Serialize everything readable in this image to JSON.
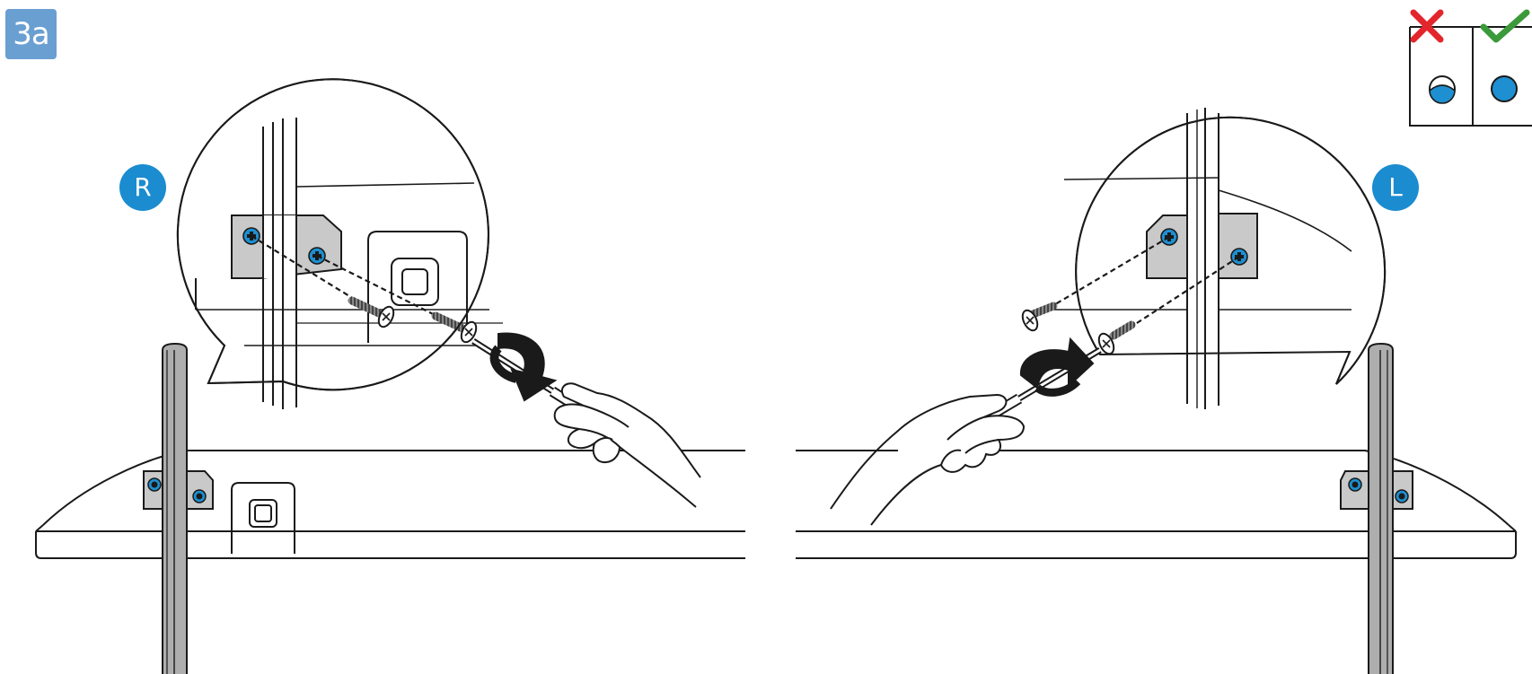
{
  "step": {
    "label": "3a"
  },
  "panels": {
    "right": {
      "badge": "R"
    },
    "left": {
      "badge": "L"
    }
  },
  "legend": {
    "wrong_icon": "cross-mark-icon",
    "right_icon": "check-mark-icon",
    "wrong_example": "screw-not-flush-icon",
    "right_example": "screw-flush-icon"
  },
  "colors": {
    "step_badge": "#6a9fd2",
    "side_badge": "#1b8ccf",
    "screw_blue": "#1e8fd0",
    "bracket_gray": "#c9c9c9",
    "stand_gray": "#aeaeae",
    "cross_red": "#e2262c",
    "check_green": "#3b9a3a",
    "line": "#1a1a1a"
  }
}
